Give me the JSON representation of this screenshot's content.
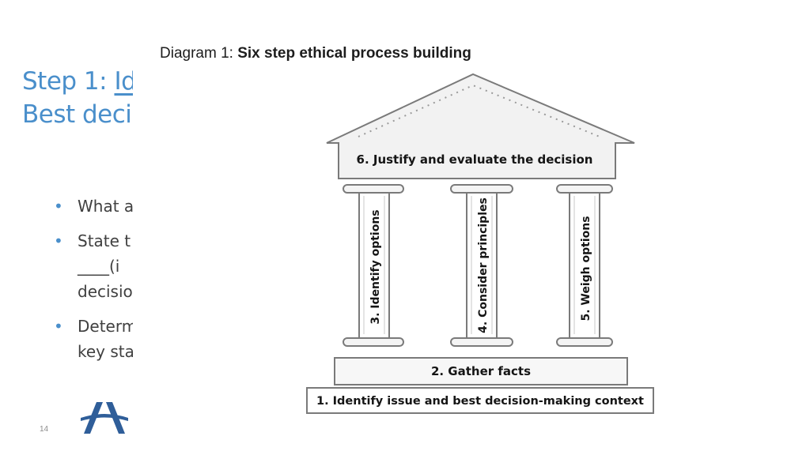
{
  "slide": {
    "title_line1_prefix": "Step 1: ",
    "title_line1_visible": "Id",
    "title_line2": "Best deci",
    "bullets": [
      {
        "lines": [
          "What a"
        ]
      },
      {
        "lines": [
          "State t",
          "____(i",
          "decisio"
        ]
      },
      {
        "lines": [
          "Determ",
          "key sta"
        ]
      }
    ],
    "page_number": "14",
    "logo_name": "organization-logo"
  },
  "diagram": {
    "heading_prefix": "Diagram 1:",
    "heading_bold": "Six step ethical process building",
    "roof_label": "6. Justify and evaluate the decision",
    "pillars": [
      {
        "label": "3. Identify options"
      },
      {
        "label": "4. Consider principles"
      },
      {
        "label": "5. Weigh options"
      }
    ],
    "base_upper": "2. Gather facts",
    "base_lower": "1. Identify issue and best decision-making context"
  }
}
